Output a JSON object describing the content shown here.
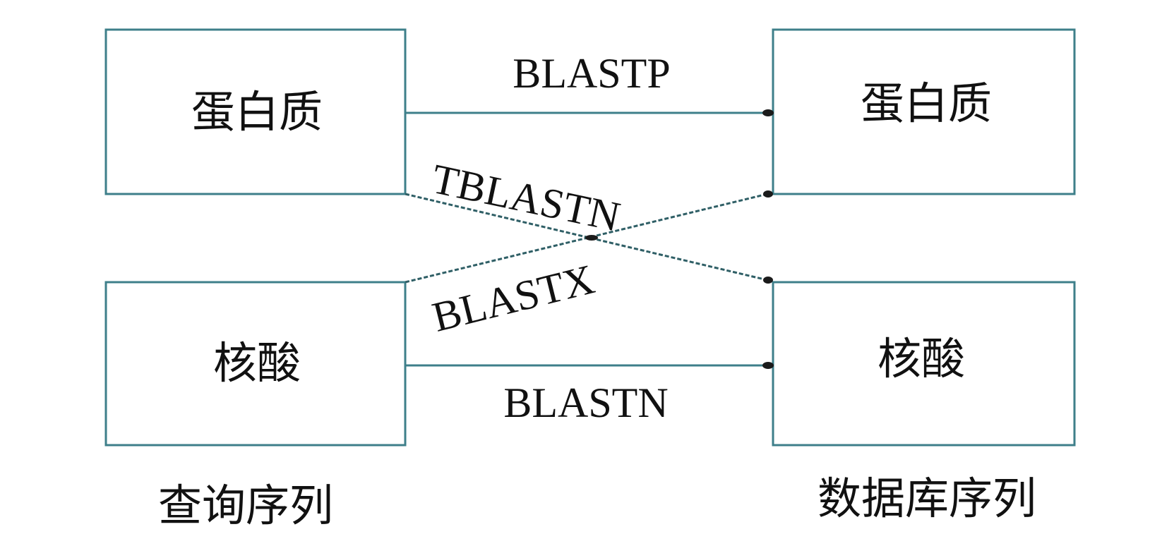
{
  "nodes": {
    "query_protein": "蛋白质",
    "query_nucleic": "核酸",
    "db_protein": "蛋白质",
    "db_nucleic": "核酸"
  },
  "edges": {
    "blastp": "BLASTP",
    "tblastn": "TBLASTN",
    "blastx": "BLASTX",
    "blastn": "BLASTN"
  },
  "captions": {
    "query": "查询序列",
    "database": "数据库序列"
  },
  "colors": {
    "box_border": "#3e7f8a",
    "text": "#111111"
  }
}
